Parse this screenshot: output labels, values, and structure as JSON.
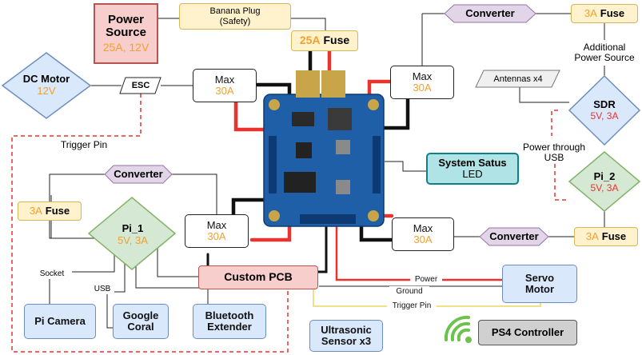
{
  "power_source": {
    "title": "Power Source",
    "spec": "25A, 12V"
  },
  "banana_plug": {
    "line1": "Banana Plug",
    "line2": "(Safety)"
  },
  "fuse_25a": {
    "amp": "25A",
    "label": "Fuse"
  },
  "dc_motor": {
    "title": "DC Motor",
    "spec": "12V"
  },
  "esc": "ESC",
  "trigger_pin_label": "Trigger Pin",
  "max_top_left": {
    "label": "Max",
    "amp": "30A"
  },
  "max_top_right": {
    "label": "Max",
    "amp": "30A"
  },
  "max_bottom_left": {
    "label": "Max",
    "amp": "30A"
  },
  "max_bottom_right": {
    "label": "Max",
    "amp": "30A"
  },
  "converter_top": "Converter",
  "converter_left": "Converter",
  "converter_right": "Converter",
  "fuse_top_right": {
    "amp": "3A",
    "label": "Fuse"
  },
  "fuse_left": {
    "amp": "3A",
    "label": "Fuse"
  },
  "fuse_bottom_right": {
    "amp": "3A",
    "label": "Fuse"
  },
  "additional_power": {
    "line1": "Additional",
    "line2": "Power Source"
  },
  "antennas": "Antennas x4",
  "sdr": {
    "title": "SDR",
    "spec": "5V, 3A"
  },
  "power_usb": {
    "line1": "Power through",
    "line2": "USB"
  },
  "system_status": {
    "title": "System Satus",
    "sub": "LED"
  },
  "pi2": {
    "title": "Pi_2",
    "spec": "5V, 3A"
  },
  "pi1": {
    "title": "Pi_1",
    "spec": "5V, 3A"
  },
  "socket_label": "Socket",
  "usb_label": "USB",
  "custom_pcb": "Custom PCB",
  "pi_camera": "Pi Camera",
  "google_coral": {
    "line1": "Google",
    "line2": "Coral"
  },
  "bluetooth": {
    "line1": "Bluetooth",
    "line2": "Extender"
  },
  "ultrasonic": {
    "line1": "Ultrasonic",
    "line2": "Sensor x3"
  },
  "ps4": "PS4 Controller",
  "servo": {
    "line1": "Servo",
    "line2": "Motor"
  },
  "wire_power": "Power",
  "wire_ground": "Ground",
  "wire_trigger": "Trigger Pin",
  "colors": {
    "orange": "#f0a030",
    "red": "#e8342f",
    "blue_fill": "#dae8fc",
    "green_fill": "#d5e8d4",
    "purple_fill": "#e1d5e7",
    "pcb_blue": "#1f5fa8"
  }
}
